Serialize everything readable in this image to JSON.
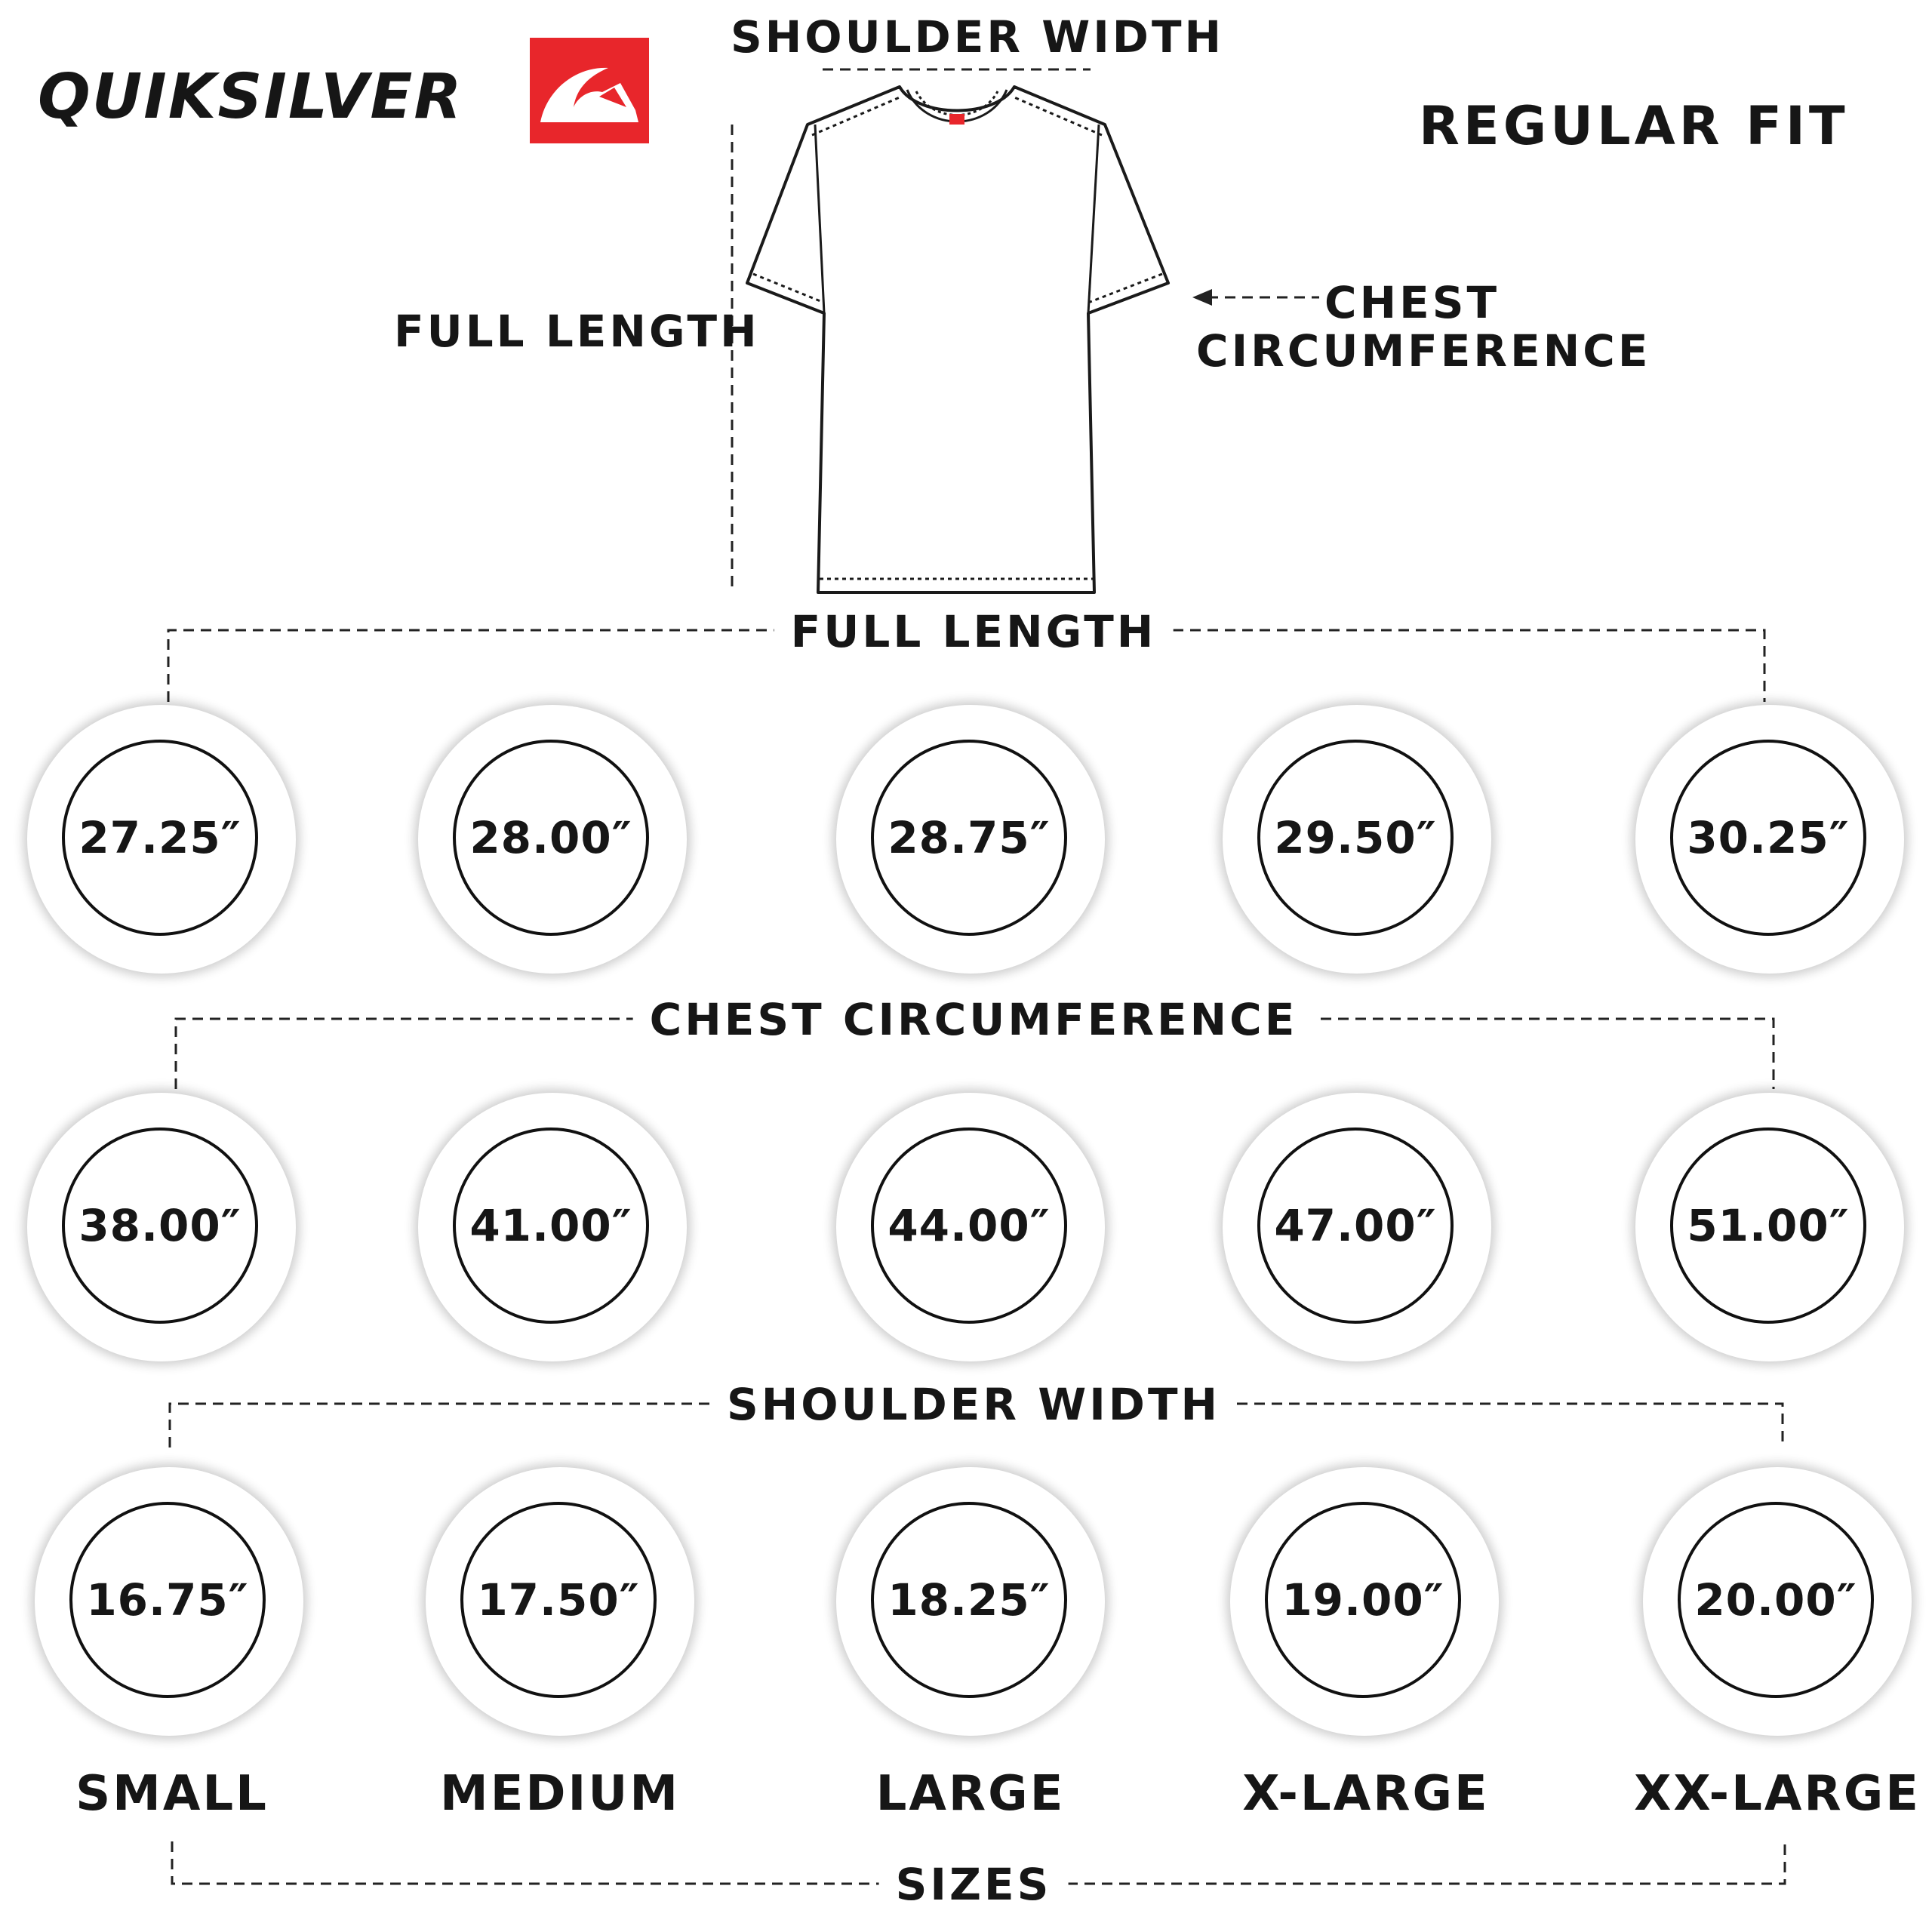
{
  "brand": {
    "logo_text": "QUIKSILVER",
    "colors": {
      "logo_red": "#e8262b",
      "ink": "#161616"
    }
  },
  "header": {
    "fit": "REGULAR FIT"
  },
  "diagram": {
    "shoulder_width": "SHOULDER WIDTH",
    "full_length": "FULL LENGTH",
    "chest_line1": "CHEST",
    "chest_line2": "CIRCUMFERENCE",
    "garment_icon": "t-shirt-outline-icon"
  },
  "sections": {
    "full_length": {
      "label": "FULL LENGTH",
      "values": [
        "27.25″",
        "28.00″",
        "28.75″",
        "29.50″",
        "30.25″"
      ]
    },
    "chest": {
      "label": "CHEST CIRCUMFERENCE",
      "values": [
        "38.00″",
        "41.00″",
        "44.00″",
        "47.00″",
        "51.00″"
      ]
    },
    "shoulder": {
      "label": "SHOULDER WIDTH",
      "values": [
        "16.75″",
        "17.50″",
        "18.25″",
        "19.00″",
        "20.00″"
      ]
    }
  },
  "sizes": {
    "label": "SIZES",
    "items": [
      "SMALL",
      "MEDIUM",
      "LARGE",
      "X-LARGE",
      "XX-LARGE"
    ]
  }
}
